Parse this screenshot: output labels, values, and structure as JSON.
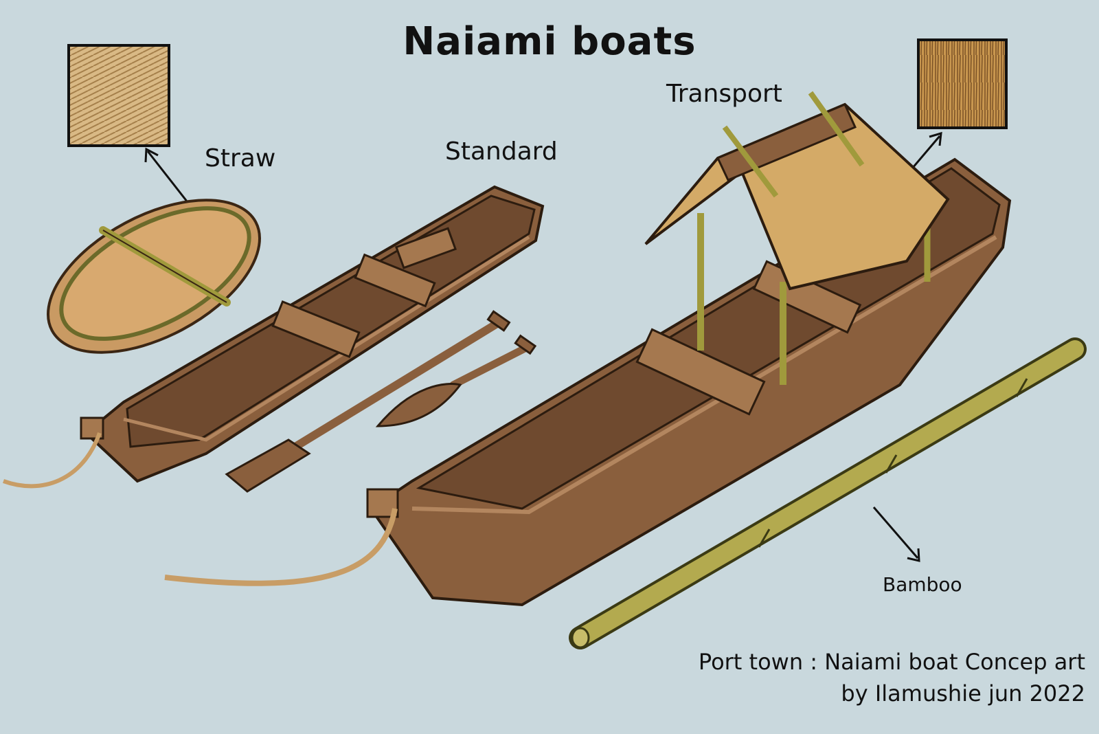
{
  "title": "Naiami boats",
  "labels": {
    "straw": "Straw",
    "standard": "Standard",
    "transport": "Transport",
    "bamboo": "Bamboo"
  },
  "credit": {
    "line1": "Port town : Naiami boat Concep art",
    "line2": "by Ilamushie jun 2022"
  },
  "colors": {
    "background": "#c9d8dd",
    "wood": "#8a5f3d",
    "wood_light": "#b3865f",
    "wood_dark": "#5e3d24",
    "straw": "#d8b36a",
    "bamboo": "#a8a04a"
  }
}
